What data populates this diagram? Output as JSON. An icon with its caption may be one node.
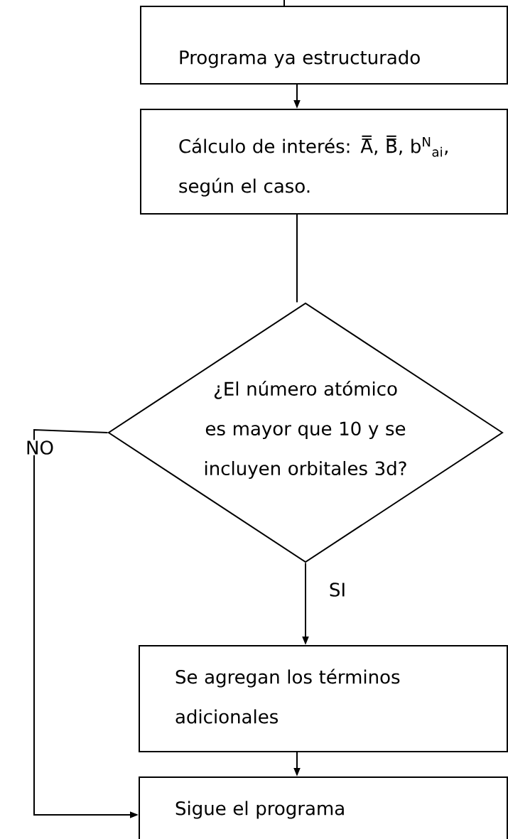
{
  "diagram": {
    "nodes": [
      {
        "text": [
          "Programa ya estructurado"
        ]
      },
      {
        "text": [
          "Cálculo de interés: A̿, B̿, b$^{N}$$_{ai}$, según el caso."
        ]
      },
      {
        "text": [
          "¿El número atómico es mayor que 10 y se incluyen orbitales 3d?"
        ]
      },
      {
        "text": [
          "Se agregan los términos adicionales"
        ]
      },
      {
        "text": [
          "Sigue el programa"
        ]
      }
    ],
    "edges": [
      {
        "from": null,
        "to": 0,
        "arrow": "none"
      },
      {
        "from": 0,
        "to": 1,
        "arrow": "to"
      },
      {
        "from": 1,
        "to": 2,
        "arrow": "none"
      },
      {
        "from": 2,
        "to": 3,
        "arrow": "to",
        "label": "SI"
      },
      {
        "from": 3,
        "to": 4,
        "arrow": "to"
      },
      {
        "from": 2,
        "to": 4,
        "arrow": "to",
        "label": "NO"
      }
    ]
  }
}
